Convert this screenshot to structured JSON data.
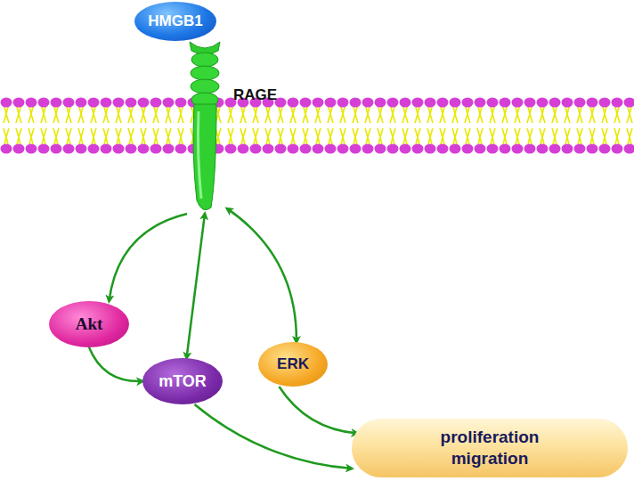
{
  "diagram": {
    "nodes": [
      {
        "text": [
          "HMGB1"
        ]
      },
      {
        "text": [
          "RAGE"
        ]
      },
      {
        "text": [
          "Akt"
        ]
      },
      {
        "text": [
          "mTOR"
        ]
      },
      {
        "text": [
          "ERK"
        ]
      },
      {
        "text": [
          "proliferation migration"
        ]
      }
    ],
    "edges": [
      {
        "from": 1,
        "to": 2,
        "arrow": "to"
      },
      {
        "from": 1,
        "to": 3,
        "arrow": "both"
      },
      {
        "from": 1,
        "to": 4,
        "arrow": "both"
      },
      {
        "from": 2,
        "to": 3,
        "arrow": "to"
      },
      {
        "from": 3,
        "to": 5,
        "arrow": "to"
      },
      {
        "from": 4,
        "to": 5,
        "arrow": "to"
      }
    ]
  }
}
